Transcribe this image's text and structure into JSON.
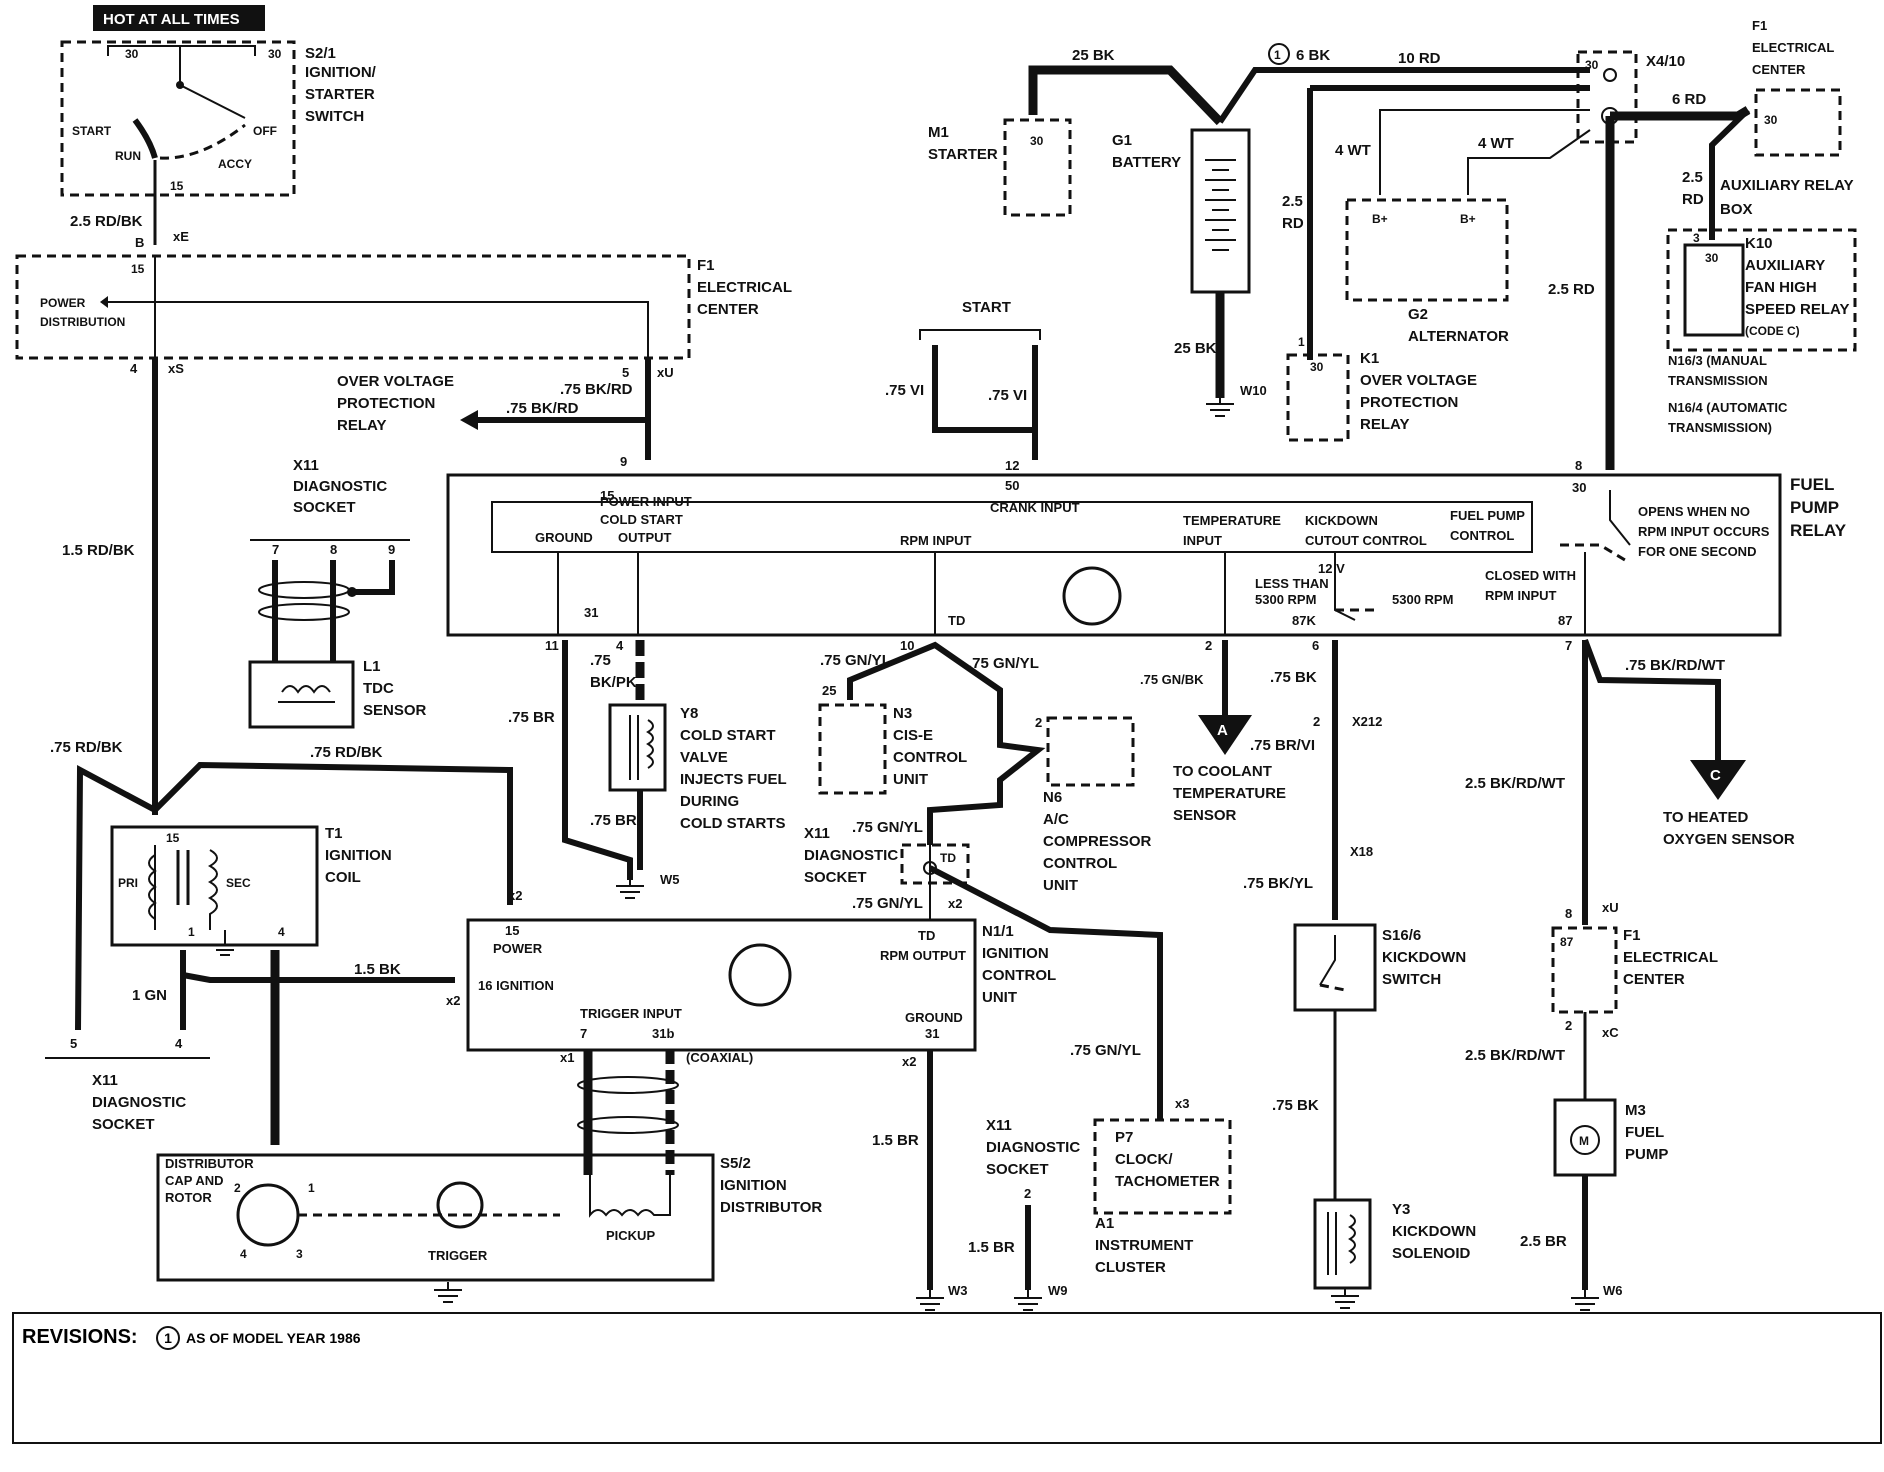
{
  "labels": {
    "hot_at_all_times": "HOT AT ALL TIMES",
    "s21": [
      "S2/1",
      "IGNITION/",
      "STARTER",
      "SWITCH"
    ],
    "sw_30a": "30",
    "sw_30b": "30",
    "sw_start": "START",
    "sw_run": "RUN",
    "sw_off": "OFF",
    "sw_accy": "ACCY",
    "sw_15": "15",
    "w_25rdbk": "2.5 RD/BK",
    "pin_b": "B",
    "conn_xe": "xE",
    "f1a": [
      "F1",
      "ELECTRICAL",
      "CENTER"
    ],
    "f1a_15": "15",
    "power_dist": [
      "POWER",
      "DISTRIBUTION"
    ],
    "pin_4": "4",
    "conn_xs": "xS",
    "pin_5": "5",
    "conn_xu": "xU",
    "ovp_relay_arrow": [
      "OVER VOLTAGE",
      "PROTECTION",
      "RELAY"
    ],
    "w_75bkrd_a": ".75 BK/RD",
    "w_75bkrd_b": ".75 BK/RD",
    "x11a": [
      "X11",
      "DIAGNOSTIC",
      "SOCKET"
    ],
    "x11a_7": "7",
    "x11a_8": "8",
    "x11a_9": "9",
    "l1": [
      "L1",
      "TDC",
      "SENSOR"
    ],
    "w_15rdbk": "1.5 RD/BK",
    "w_75rdbk_a": ".75 RD/BK",
    "w_75rdbk_b": ".75 RD/BK",
    "t1": [
      "T1",
      "IGNITION",
      "COIL"
    ],
    "coil_15": "15",
    "coil_pri": "PRI",
    "coil_sec": "SEC",
    "coil_1": "1",
    "coil_4": "4",
    "w_1gn": "1 GN",
    "w_15bk": "1.5 BK",
    "x11b_5": "5",
    "x11b_4": "4",
    "x11b": [
      "X11",
      "DIAGNOSTIC",
      "SOCKET"
    ],
    "m1": [
      "M1",
      "STARTER"
    ],
    "m1_30": "30",
    "w_25bk_a": "25 BK",
    "w_6bk": "6 BK",
    "rev_mark": "1",
    "w_10rd": "10 RD",
    "g1": [
      "G1",
      "BATTERY"
    ],
    "w_25bk_b": "25 BK",
    "w10": "W10",
    "x410": "X4/10",
    "x410_30": "30",
    "f1b": [
      "F1",
      "ELECTRICAL",
      "CENTER"
    ],
    "f1b_30": "30",
    "w_6rd": "6 RD",
    "w_4wt_a": "4 WT",
    "w_4wt_b": "4 WT",
    "w_25rd_a": [
      "2.5",
      "RD"
    ],
    "g2": [
      "G2",
      "ALTERNATOR"
    ],
    "g2_bp_a": "B+",
    "g2_bp_b": "B+",
    "w_25rd_b": [
      "2.5",
      "RD"
    ],
    "aux_box": [
      "AUXILIARY RELAY",
      "BOX"
    ],
    "k10": [
      "K10",
      "AUXILIARY",
      "FAN HIGH",
      "SPEED RELAY",
      "(CODE C)"
    ],
    "k10_3": "3",
    "k10_30": "30",
    "n16": [
      "N16/3 (MANUAL",
      "TRANSMISSION",
      "N16/4 (AUTOMATIC",
      "TRANSMISSION)"
    ],
    "w_25rd_c": "2.5 RD",
    "k1": [
      "K1",
      "OVER VOLTAGE",
      "PROTECTION",
      "RELAY"
    ],
    "k1_1": "1",
    "k1_30": "30",
    "start": "START",
    "w_75vi_a": ".75 VI",
    "w_75vi_b": ".75 VI",
    "pin_12": "12",
    "pin_9": "9",
    "pin_8": "8",
    "fpr_title": [
      "FUEL",
      "PUMP",
      "RELAY"
    ],
    "fpr_power": [
      "POWER INPUT",
      "COLD START"
    ],
    "fpr_15": "15",
    "fpr_ground": "GROUND",
    "fpr_output": "OUTPUT",
    "fpr_50": "50",
    "fpr_crank": "CRANK INPUT",
    "fpr_rpm": "RPM INPUT",
    "fpr_temp": [
      "TEMPERATURE",
      "INPUT"
    ],
    "fpr_kick": [
      "KICKDOWN",
      "CUTOUT CONTROL"
    ],
    "fpr_fpc": [
      "FUEL PUMP",
      "CONTROL"
    ],
    "fpr_30": "30",
    "fpr_opens": [
      "OPENS WHEN NO",
      "RPM INPUT OCCURS",
      "FOR ONE SECOND"
    ],
    "fpr_12v": "12 V",
    "fpr_less": [
      "LESS THAN",
      "5300 RPM"
    ],
    "fpr_5300": "5300 RPM",
    "fpr_87k": "87K",
    "fpr_closed": [
      "CLOSED WITH",
      "RPM INPUT"
    ],
    "fpr_87": "87",
    "fpr_31": "31",
    "fpr_td": "TD",
    "pin_11": "11",
    "pin_4b": "4",
    "pin_10": "10",
    "pin_2": "2",
    "pin_6": "6",
    "pin_7": "7",
    "w_75bkpk": [
      ".75",
      "BK/PK"
    ],
    "w_75br_a": ".75 BR",
    "w_75br_b": ".75 BR",
    "y8": [
      "Y8",
      "COLD START",
      "VALVE",
      "INJECTS FUEL",
      "DURING",
      "COLD STARTS"
    ],
    "w5": "W5",
    "w_75gnyl_a": ".75 GN/YL",
    "w_75gnyl_b": ".75 GN/YL",
    "n3_25": "25",
    "n3": [
      "N3",
      "CIS-E",
      "CONTROL",
      "UNIT"
    ],
    "n6_2": "2",
    "n6": [
      "N6",
      "A/C",
      "COMPRESSOR",
      "CONTROL",
      "UNIT"
    ],
    "w_75gnbk": ".75 GN/BK",
    "to_a": "A",
    "to_coolant": [
      "TO COOLANT",
      "TEMPERATURE",
      "SENSOR"
    ],
    "w_75bk_a": ".75 BK",
    "pin_2b": "2",
    "x212": "X212",
    "w_75brvi": ".75 BR/VI",
    "x18": "X18",
    "w_75bkyl": ".75 BK/YL",
    "s166": [
      "S16/6",
      "KICKDOWN",
      "SWITCH"
    ],
    "w_75bk_b": ".75 BK",
    "y3": [
      "Y3",
      "KICKDOWN",
      "SOLENOID"
    ],
    "w_75bkrdwt": ".75 BK/RD/WT",
    "to_c": "C",
    "to_o2": [
      "TO HEATED",
      "OXYGEN SENSOR"
    ],
    "w_25bkrdwt_a": "2.5 BK/RD/WT",
    "pin_8c": "8",
    "conn_xu2": "xU",
    "f1c_87": "87",
    "f1c": [
      "F1",
      "ELECTRICAL",
      "CENTER"
    ],
    "pin_2c": "2",
    "conn_xc": "xC",
    "w_25bkrdwt_b": "2.5 BK/RD/WT",
    "m3": [
      "M3",
      "FUEL",
      "PUMP"
    ],
    "m3_m": "M",
    "w_25br": "2.5 BR",
    "w6": "W6",
    "x11c": [
      "X11",
      "DIAGNOSTIC",
      "SOCKET"
    ],
    "x11c_td": "TD",
    "w_75gnyl_c": ".75 GN/YL",
    "w_75gnyl_d": ".75 GN/YL",
    "conn_x2a": "x2",
    "conn_x2b": "x2",
    "conn_x2c": "x2",
    "conn_x1": "x1",
    "n11": [
      "N1/1",
      "IGNITION",
      "CONTROL",
      "UNIT"
    ],
    "n11_15": "15",
    "n11_power": "POWER",
    "n11_16": "16 IGNITION",
    "n11_td": "TD",
    "n11_rpm": "RPM OUTPUT",
    "n11_trig": "TRIGGER INPUT",
    "n11_7": "7",
    "n11_31b": "31b",
    "n11_gnd": "GROUND",
    "n11_31": "31",
    "coaxial": "(COAXIAL)",
    "w_15br_a": "1.5 BR",
    "w3": "W3",
    "x11d": [
      "X11",
      "DIAGNOSTIC",
      "SOCKET"
    ],
    "x11d_2": "2",
    "w_15br_b": "1.5 BR",
    "w9": "W9",
    "w_75gnyl_e": ".75 GN/YL",
    "conn_x3": "x3",
    "p7": [
      "P7",
      "CLOCK/",
      "TACHOMETER"
    ],
    "a1": [
      "A1",
      "INSTRUMENT",
      "CLUSTER"
    ],
    "s52": [
      "S5/2",
      "IGNITION",
      "DISTRIBUTOR"
    ],
    "dist_cap": [
      "DISTRIBUTOR",
      "CAP AND",
      "ROTOR"
    ],
    "dist_2": "2",
    "dist_1": "1",
    "dist_4": "4",
    "dist_3": "3",
    "trigger": "TRIGGER",
    "pickup": "PICKUP"
  },
  "revisions": {
    "title": "REVISIONS:",
    "marker": "1",
    "text": "AS OF MODEL YEAR 1986"
  }
}
